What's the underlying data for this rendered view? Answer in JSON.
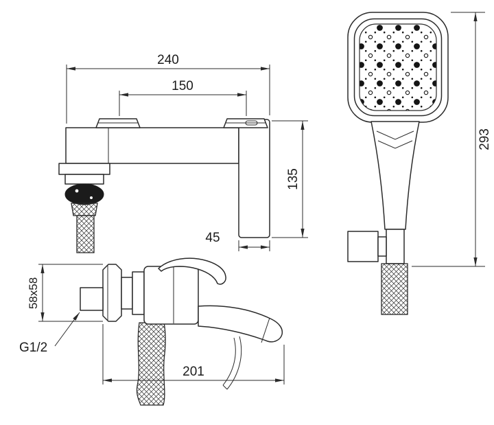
{
  "page": {
    "background": "#ffffff",
    "line_color": "#2a2a2a"
  },
  "drawing": {
    "subject": "wall-mounted bath-shower mixer with hand shower - dimensional drawing",
    "front_view": {
      "overall_width_mm": "240",
      "mounting_centers_mm": "150",
      "body_height_mm": "135",
      "trim_width_mm": "45"
    },
    "hand_shower_view": {
      "overall_height_mm": "293"
    },
    "side_view": {
      "escutcheon_mm": "58x58",
      "connection_thread": "G1/2",
      "spout_reach_mm": "201"
    }
  }
}
